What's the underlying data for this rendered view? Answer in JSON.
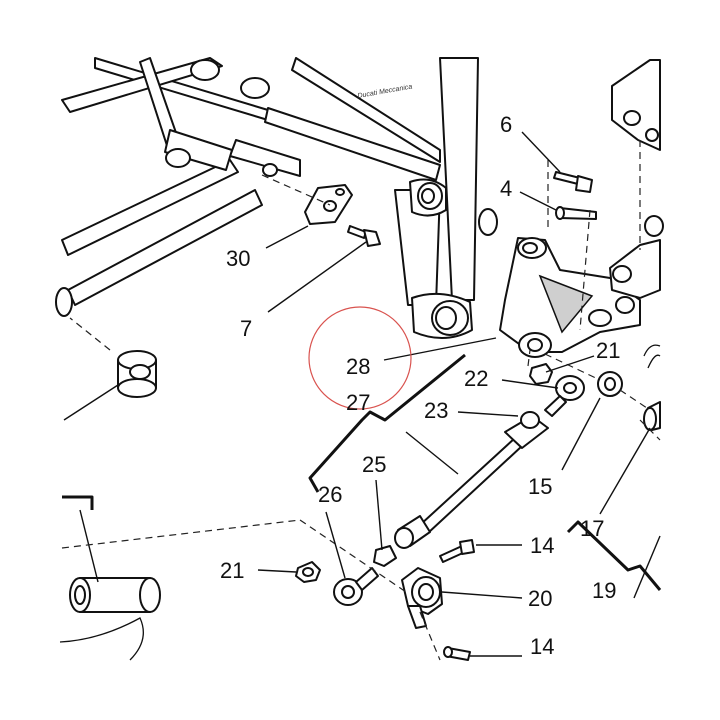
{
  "diagram": {
    "frame_stamp": "Ducati Meccanica",
    "highlight_color": "#d9534f",
    "line_color": "#111111",
    "callouts": {
      "c30": "30",
      "c7": "7",
      "c6": "6",
      "c4": "4",
      "c28": "28",
      "c27": "27",
      "c21a": "21",
      "c22": "22",
      "c23": "23",
      "c25": "25",
      "c26": "26",
      "c15": "15",
      "c17": "17",
      "c19": "19",
      "c14a": "14",
      "c20": "20",
      "c21b": "21",
      "c14b": "14"
    }
  }
}
